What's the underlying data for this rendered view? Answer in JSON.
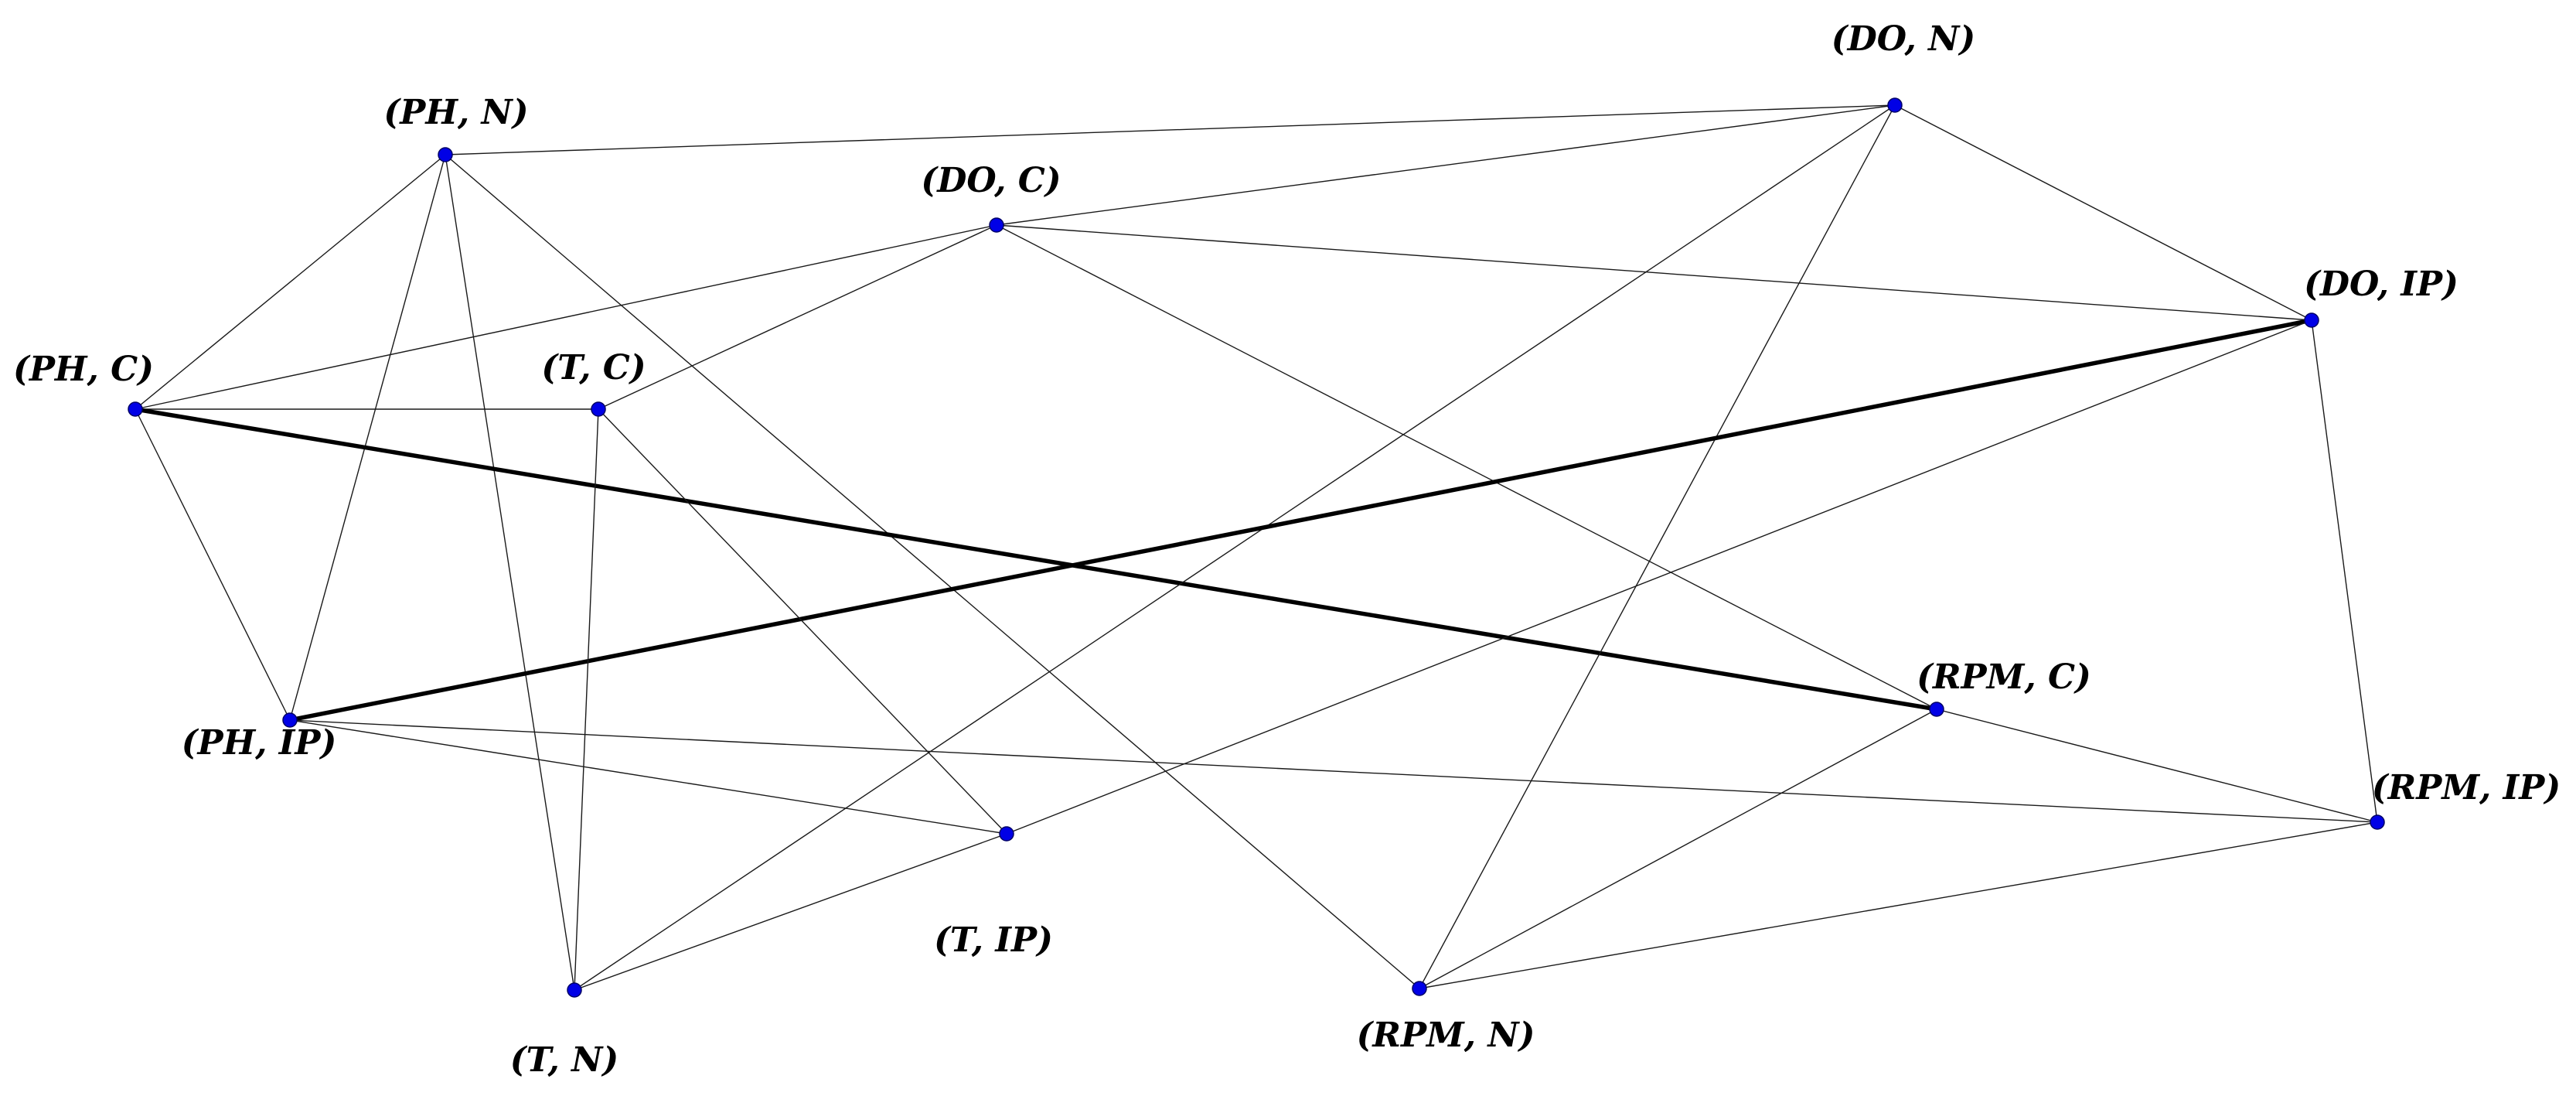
{
  "graph": {
    "node_color": "#0000e6",
    "edge_color": "#1a1a1a",
    "heavy_edge_color": "#000000",
    "nodes": [
      {
        "id": "PH_N",
        "label": "(PH, N)"
      },
      {
        "id": "DO_C",
        "label": "(DO, C)"
      },
      {
        "id": "DO_N",
        "label": "(DO, N)"
      },
      {
        "id": "DO_IP",
        "label": "(DO, IP)"
      },
      {
        "id": "PH_C",
        "label": "(PH, C)"
      },
      {
        "id": "T_C",
        "label": "(T, C)"
      },
      {
        "id": "PH_IP",
        "label": "(PH, IP)"
      },
      {
        "id": "RPM_C",
        "label": "(RPM, C)"
      },
      {
        "id": "RPM_IP",
        "label": "(RPM, IP)"
      },
      {
        "id": "T_IP",
        "label": "(T, IP)"
      },
      {
        "id": "T_N",
        "label": "(T, N)"
      },
      {
        "id": "RPM_N",
        "label": "(RPM, N)"
      }
    ],
    "edges": [
      {
        "from": "PH_N",
        "to": "DO_N"
      },
      {
        "from": "PH_N",
        "to": "PH_C"
      },
      {
        "from": "PH_N",
        "to": "PH_IP"
      },
      {
        "from": "PH_N",
        "to": "T_N"
      },
      {
        "from": "PH_N",
        "to": "RPM_N"
      },
      {
        "from": "PH_C",
        "to": "DO_C"
      },
      {
        "from": "PH_C",
        "to": "T_C"
      },
      {
        "from": "PH_C",
        "to": "PH_IP"
      },
      {
        "from": "PH_C",
        "to": "RPM_C",
        "heavy": true
      },
      {
        "from": "DO_C",
        "to": "DO_N"
      },
      {
        "from": "DO_C",
        "to": "T_C"
      },
      {
        "from": "DO_C",
        "to": "DO_IP"
      },
      {
        "from": "DO_C",
        "to": "RPM_C"
      },
      {
        "from": "DO_N",
        "to": "DO_IP"
      },
      {
        "from": "DO_N",
        "to": "T_N"
      },
      {
        "from": "DO_N",
        "to": "RPM_N"
      },
      {
        "from": "DO_IP",
        "to": "PH_IP",
        "heavy": true
      },
      {
        "from": "DO_IP",
        "to": "T_IP"
      },
      {
        "from": "DO_IP",
        "to": "RPM_IP"
      },
      {
        "from": "T_C",
        "to": "T_N"
      },
      {
        "from": "T_C",
        "to": "T_IP"
      },
      {
        "from": "PH_IP",
        "to": "T_IP"
      },
      {
        "from": "PH_IP",
        "to": "RPM_IP"
      },
      {
        "from": "T_IP",
        "to": "T_N"
      },
      {
        "from": "RPM_C",
        "to": "RPM_IP"
      },
      {
        "from": "RPM_C",
        "to": "RPM_N"
      },
      {
        "from": "RPM_N",
        "to": "RPM_IP"
      }
    ]
  }
}
